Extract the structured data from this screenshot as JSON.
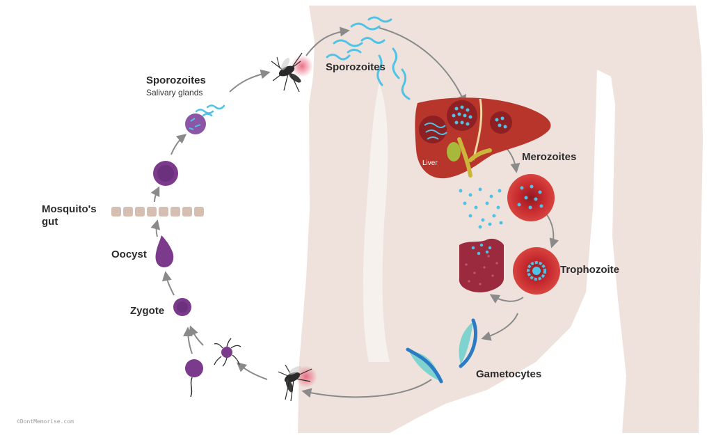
{
  "labels": {
    "sporozoites_left": "Sporozoites",
    "salivary_glands": "Salivary glands",
    "mosquito_gut": "Mosquito's gut",
    "oocyst": "Oocyst",
    "zygote": "Zygote",
    "sporozoites_right": "Sporozoites",
    "liver": "Liver",
    "merozoites": "Merozoites",
    "trophozoite": "Trophozoite",
    "gametocytes": "Gametocytes"
  },
  "watermark": "©DontMemorise.com",
  "colors": {
    "body_silhouette": "#efe2dc",
    "parasite_purple": "#7b3a8c",
    "red_cell": "#c62a2f",
    "liver": "#b8352c",
    "sporozoite_blue": "#4fc3e6",
    "gametocyte_teal": "#7fd3cf",
    "arrow": "#8a8a8a",
    "label_text": "#2b2b2b"
  },
  "icons": [
    "mosquito-icon",
    "liver-icon",
    "red-blood-cell-icon",
    "gametocyte-icon",
    "oocyst-icon",
    "zygote-icon"
  ]
}
